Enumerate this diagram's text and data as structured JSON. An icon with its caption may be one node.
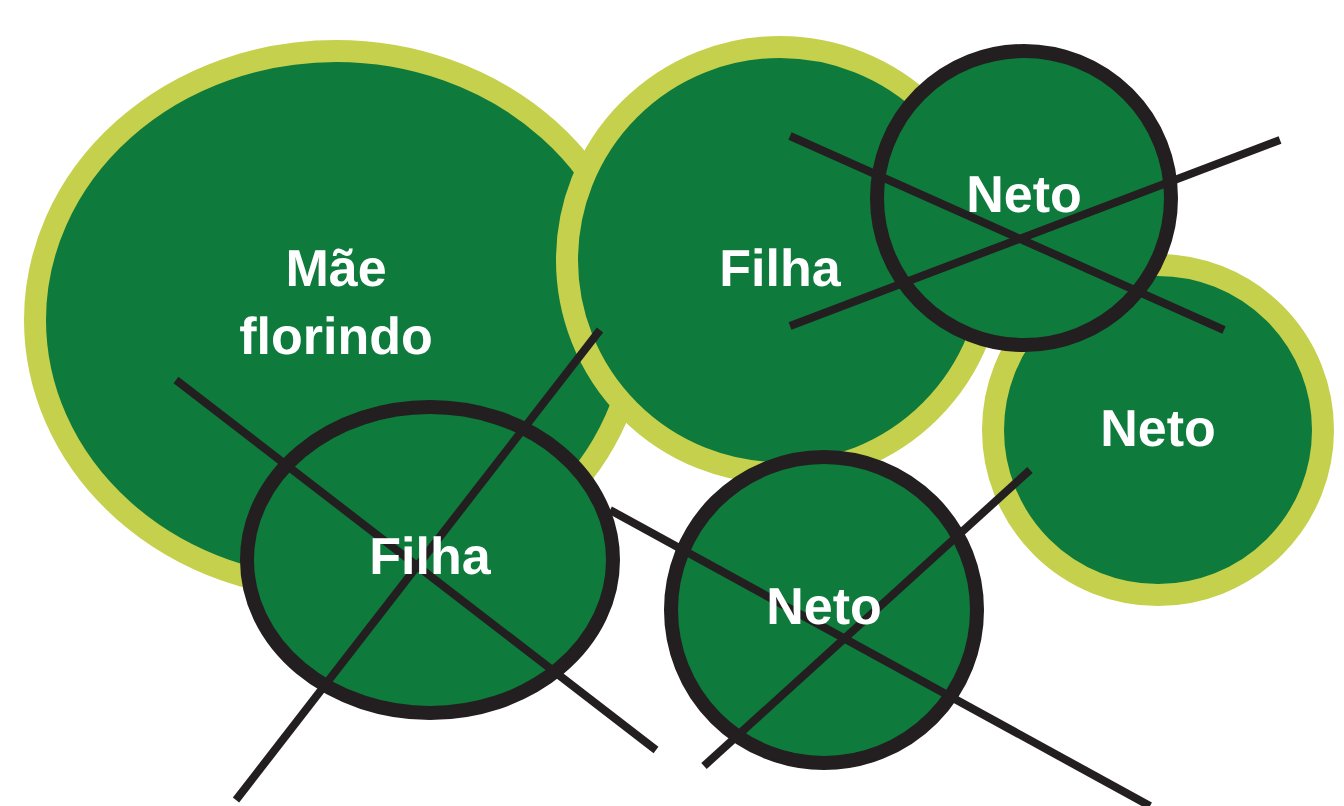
{
  "diagram": {
    "nodes": [
      {
        "text": [
          "Mãe florindo"
        ]
      },
      {
        "text": [
          "Filha"
        ]
      },
      {
        "text": [
          "Neto"
        ]
      },
      {
        "text": [
          "Neto"
        ]
      },
      {
        "text": [
          "Filha"
        ]
      },
      {
        "text": [
          "Neto"
        ]
      }
    ]
  }
}
